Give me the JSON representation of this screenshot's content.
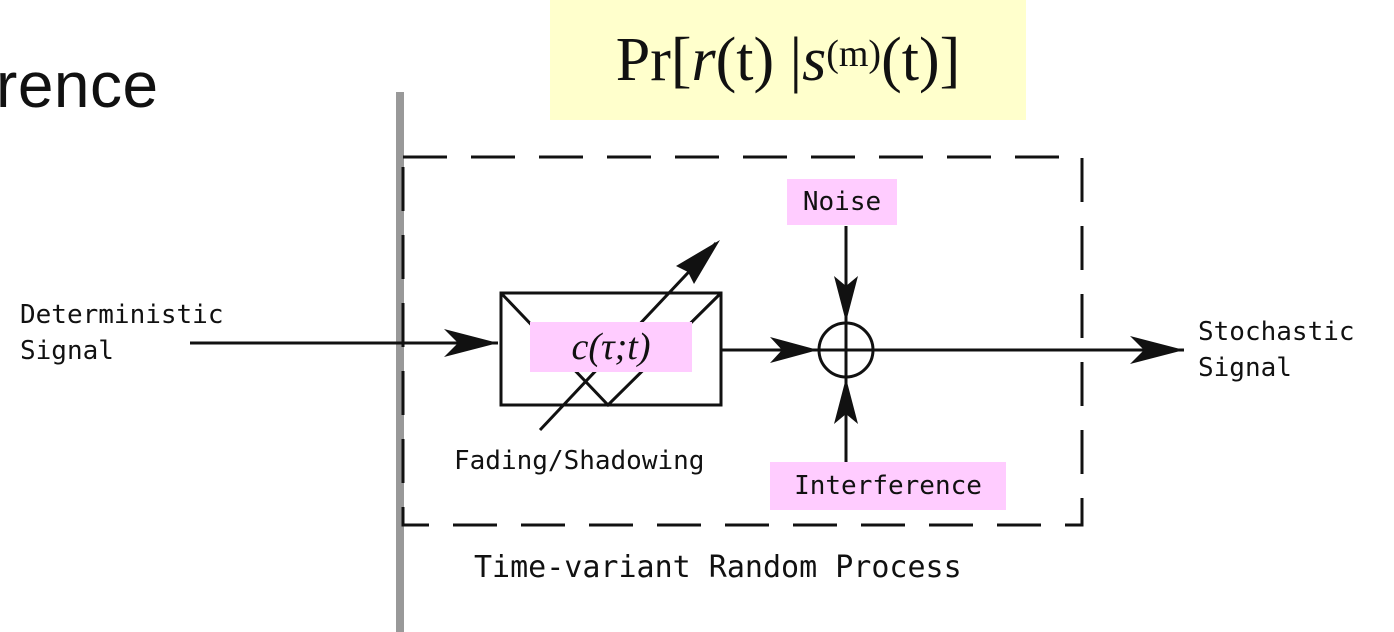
{
  "heading": "rence",
  "formula": {
    "prefix": "Pr[",
    "r": "r",
    "t1": "(t) | ",
    "s": "s",
    "sup": "(m)",
    "suffix": "(t)]"
  },
  "input_label": {
    "line1": "Deterministic",
    "line2": "Signal"
  },
  "output_label": {
    "line1": "Stochastic",
    "line2": "Signal"
  },
  "channel_label": "c(τ;t)",
  "fading_label": "Fading/Shadowing",
  "noise_label": "Noise",
  "interference_label": "Interference",
  "process_label": "Time-variant Random Process",
  "colors": {
    "formula_bg": "#ffffcc",
    "highlight": "#ffccff",
    "divider": "#999999"
  }
}
